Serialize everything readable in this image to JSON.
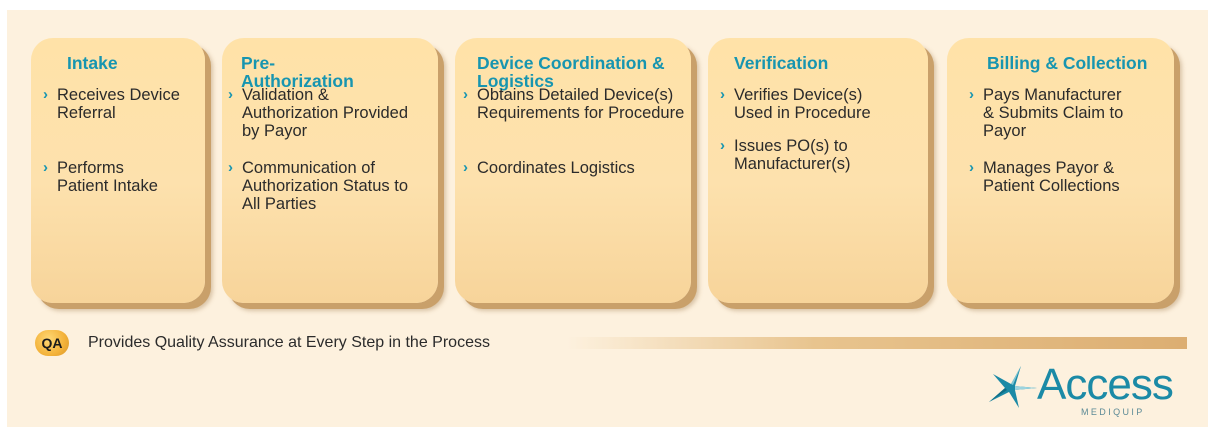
{
  "stages": [
    {
      "title": "Intake",
      "items": [
        "Receives Device Referral",
        "Performs Patient Intake"
      ]
    },
    {
      "title": "Pre-Authorization",
      "items": [
        "Validation & Authorization Provided by Payor",
        "Communication of Authorization Status to All Parties"
      ]
    },
    {
      "title": "Device Coordination & Logistics",
      "items": [
        "Obtains Detailed Device(s) Requirements for Procedure",
        "Coordinates Logistics"
      ]
    },
    {
      "title": "Verification",
      "items": [
        "Verifies Device(s) Used in Procedure",
        "Issues PO(s) to Manufacturer(s)"
      ]
    },
    {
      "title": "Billing & Collection",
      "items": [
        "Pays Manufacturer & Submits Claim to Payor",
        "Manages Payor & Patient Collections"
      ]
    }
  ],
  "qa": {
    "badge": "QA",
    "text": "Provides Quality Assurance at Every Step in the Process"
  },
  "logo": {
    "name": "Access",
    "sub": "MEDIQUIP"
  },
  "colors": {
    "accent": "#1795b0",
    "card": "#fde1ad",
    "background": "#fdf1de",
    "qa_badge": "#f3b23a"
  }
}
